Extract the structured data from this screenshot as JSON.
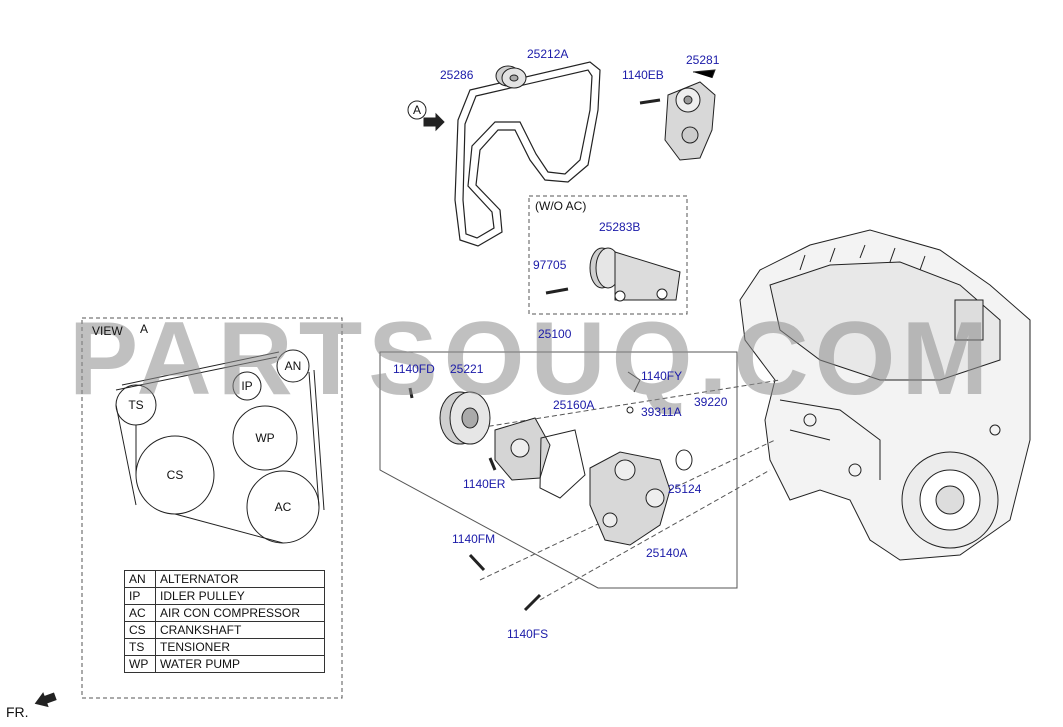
{
  "parts": {
    "p25212A": "25212A",
    "p25286": "25286",
    "p1140EB": "1140EB",
    "p25281": "25281",
    "p25283B": "25283B",
    "p97705": "97705",
    "p25100": "25100",
    "p1140FD": "1140FD",
    "p25221": "25221",
    "p1140FY": "1140FY",
    "p39220": "39220",
    "p25160A": "25160A",
    "p39311A": "39311A",
    "p1140ER": "1140ER",
    "p25124": "25124",
    "p1140FM": "1140FM",
    "p25140A": "25140A",
    "p1140FS": "1140FS"
  },
  "ref_a": "A",
  "wo_ac": "(W/O AC)",
  "view_label": "VIEW",
  "view_ref": "A",
  "pulleys": {
    "TS": "TS",
    "CS": "CS",
    "IP": "IP",
    "AN": "AN",
    "WP": "WP",
    "AC": "AC"
  },
  "legend": [
    {
      "abbr": "AN",
      "name": "ALTERNATOR"
    },
    {
      "abbr": "IP",
      "name": "IDLER PULLEY"
    },
    {
      "abbr": "AC",
      "name": "AIR CON COMPRESSOR"
    },
    {
      "abbr": "CS",
      "name": "CRANKSHAFT"
    },
    {
      "abbr": "TS",
      "name": "TENSIONER"
    },
    {
      "abbr": "WP",
      "name": "WATER PUMP"
    }
  ],
  "front_label": "FR.",
  "watermark": "PARTSOUQ.COM"
}
